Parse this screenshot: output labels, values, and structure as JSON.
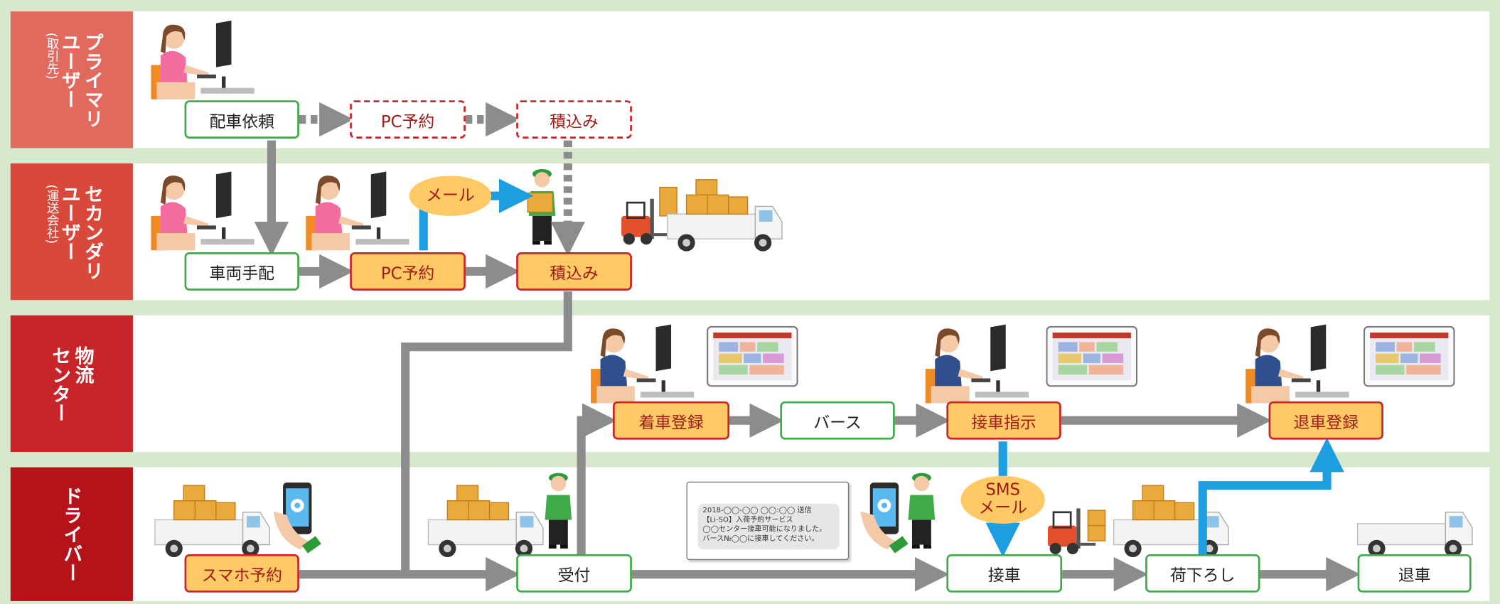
{
  "lanes": [
    {
      "label": "プライマリ\nユーザー",
      "sub": "(取引先)",
      "color": "#e2695e"
    },
    {
      "label": "セカンダリ\nユーザー",
      "sub": "(運送会社)",
      "color": "#d8493c"
    },
    {
      "label": "物流\nセンター",
      "sub": "",
      "color": "#c8252b"
    },
    {
      "label": "ドライバー",
      "sub": "",
      "color": "#b4131a"
    }
  ],
  "boxes": {
    "haisha_irai": "配車依頼",
    "pc_yoyaku_primary": "PC予約",
    "tsumikomi_primary": "積込み",
    "sharyo_tehai": "車両手配",
    "pc_yoyaku": "PC予約",
    "tsumikomi": "積込み",
    "chakusha_toroku": "着車登録",
    "bus": "バース",
    "setsusha_shiji": "接車指示",
    "taisha_toroku": "退車登録",
    "sumaho_yoyaku": "スマホ予約",
    "uketsuke": "受付",
    "setsusha": "接車",
    "nioroshi": "荷下ろし",
    "taisha": "退車"
  },
  "ovals": {
    "mail": "メール",
    "sms_mail_1": "SMS",
    "sms_mail_2": "メール"
  },
  "sms_bubble": {
    "line1": "2018-◯◯-◯◯ ◯◯:◯◯ 送信",
    "line2": "【Li-SO】入荷予約サービス",
    "line3": "◯◯センター接車可能になりました。",
    "line4": "バース№◯◯に接車してください。"
  },
  "colors": {
    "orange_fill": "#ffc966",
    "red_border": "#c8252b",
    "green_border": "#3eaa48",
    "gray_arrow": "#8c8c8c",
    "blue_arrow": "#1d9ee0",
    "lane_gap": "#d8e8cd"
  }
}
